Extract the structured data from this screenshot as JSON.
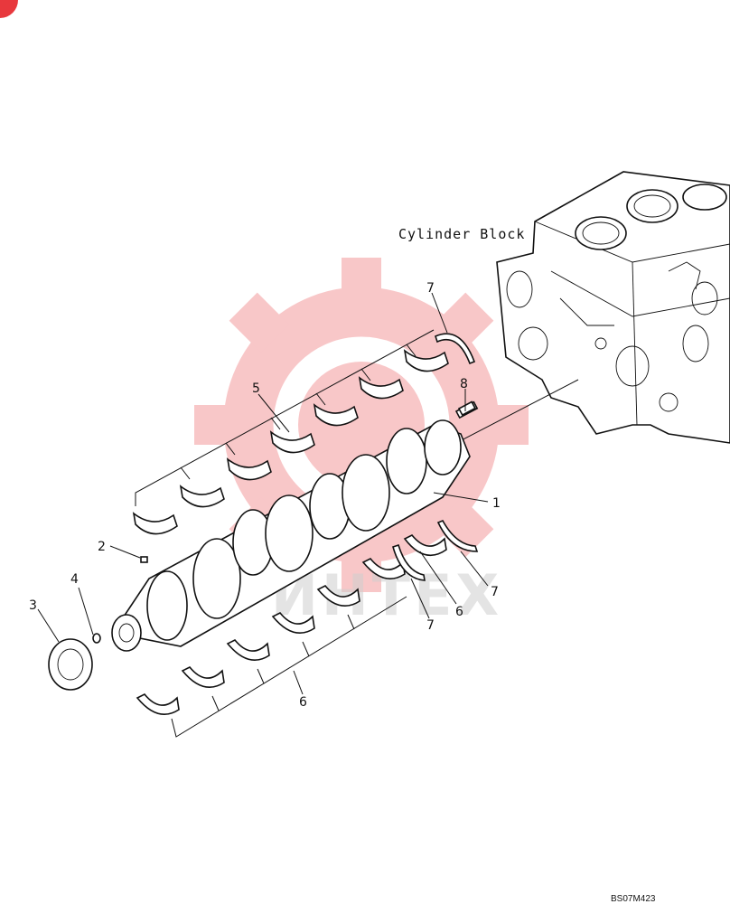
{
  "diagram": {
    "assembly_label": "Cylinder Block",
    "drawing_code": "BS07M423",
    "watermark_text": "ИНТЕХ",
    "watermark_color": "#e8383d",
    "callouts": {
      "c1": "1",
      "c2": "2",
      "c3": "3",
      "c4": "4",
      "c5": "5",
      "c6a": "6",
      "c6b": "6",
      "c7a": "7",
      "c7b": "7",
      "c7c": "7",
      "c8": "8"
    }
  }
}
